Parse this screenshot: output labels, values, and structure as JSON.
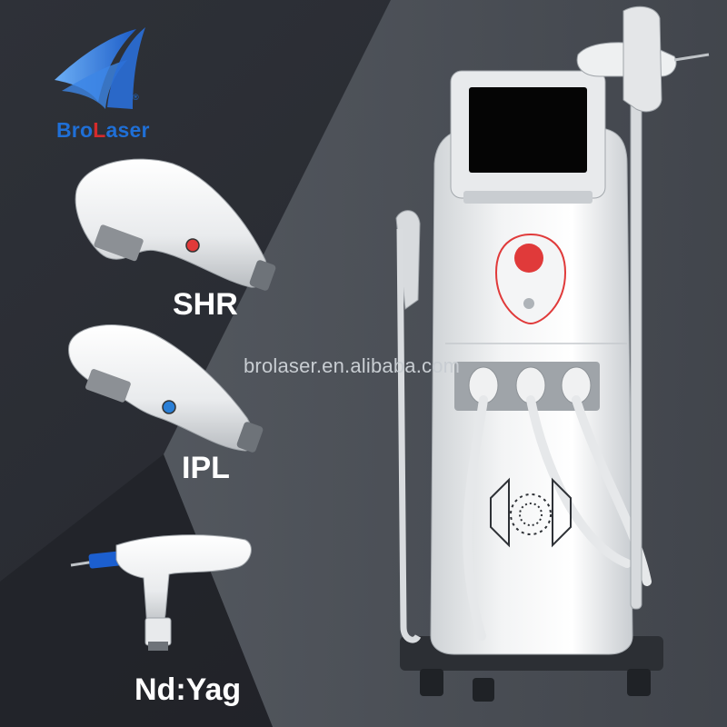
{
  "brand": {
    "name_part1": "Bro",
    "name_part2": "L",
    "name_part3": "aser",
    "registered": "®"
  },
  "handpieces": {
    "shr_label": "SHR",
    "ipl_label": "IPL",
    "ndyag_label": "Nd:Yag"
  },
  "watermark": "brolaser.en.alibaba.com",
  "colors": {
    "brand_blue": "#1f6fd6",
    "brand_red": "#d62b2b",
    "label_text": "#ffffff",
    "accent_red": "#e03a3a"
  }
}
